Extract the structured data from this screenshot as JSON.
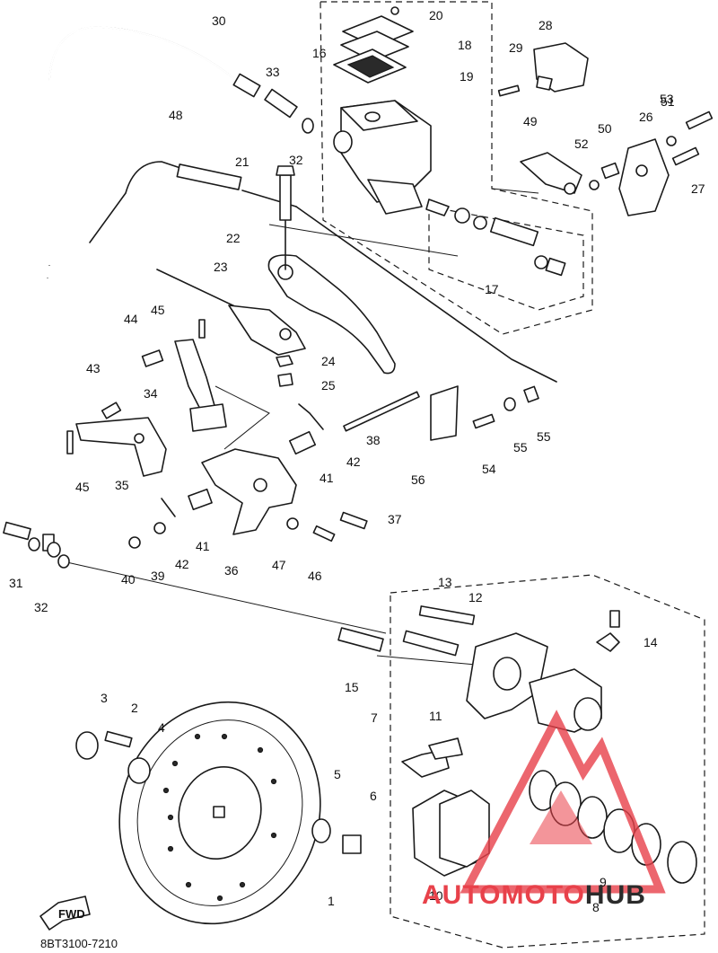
{
  "diagram_code": "8BT3100-7210",
  "fwd_label": "FWD",
  "watermark": {
    "brand_red": "AUTOMOTO",
    "brand_dark": "HUB",
    "red": "#e8414a",
    "dark": "#2b2b2b"
  },
  "callouts": [
    "1",
    "2",
    "3",
    "4",
    "5",
    "6",
    "7",
    "8",
    "9",
    "10",
    "11",
    "12",
    "13",
    "14",
    "15",
    "16",
    "17",
    "18",
    "19",
    "20",
    "21",
    "22",
    "23",
    "24",
    "25",
    "26",
    "27",
    "28",
    "29",
    "30",
    "31",
    "32",
    "32",
    "33",
    "34",
    "35",
    "36",
    "37",
    "38",
    "39",
    "40",
    "41",
    "41",
    "42",
    "42",
    "43",
    "44",
    "45",
    "45",
    "46",
    "47",
    "48",
    "49",
    "50",
    "51",
    "52",
    "53",
    "54",
    "55",
    "55",
    "56"
  ]
}
